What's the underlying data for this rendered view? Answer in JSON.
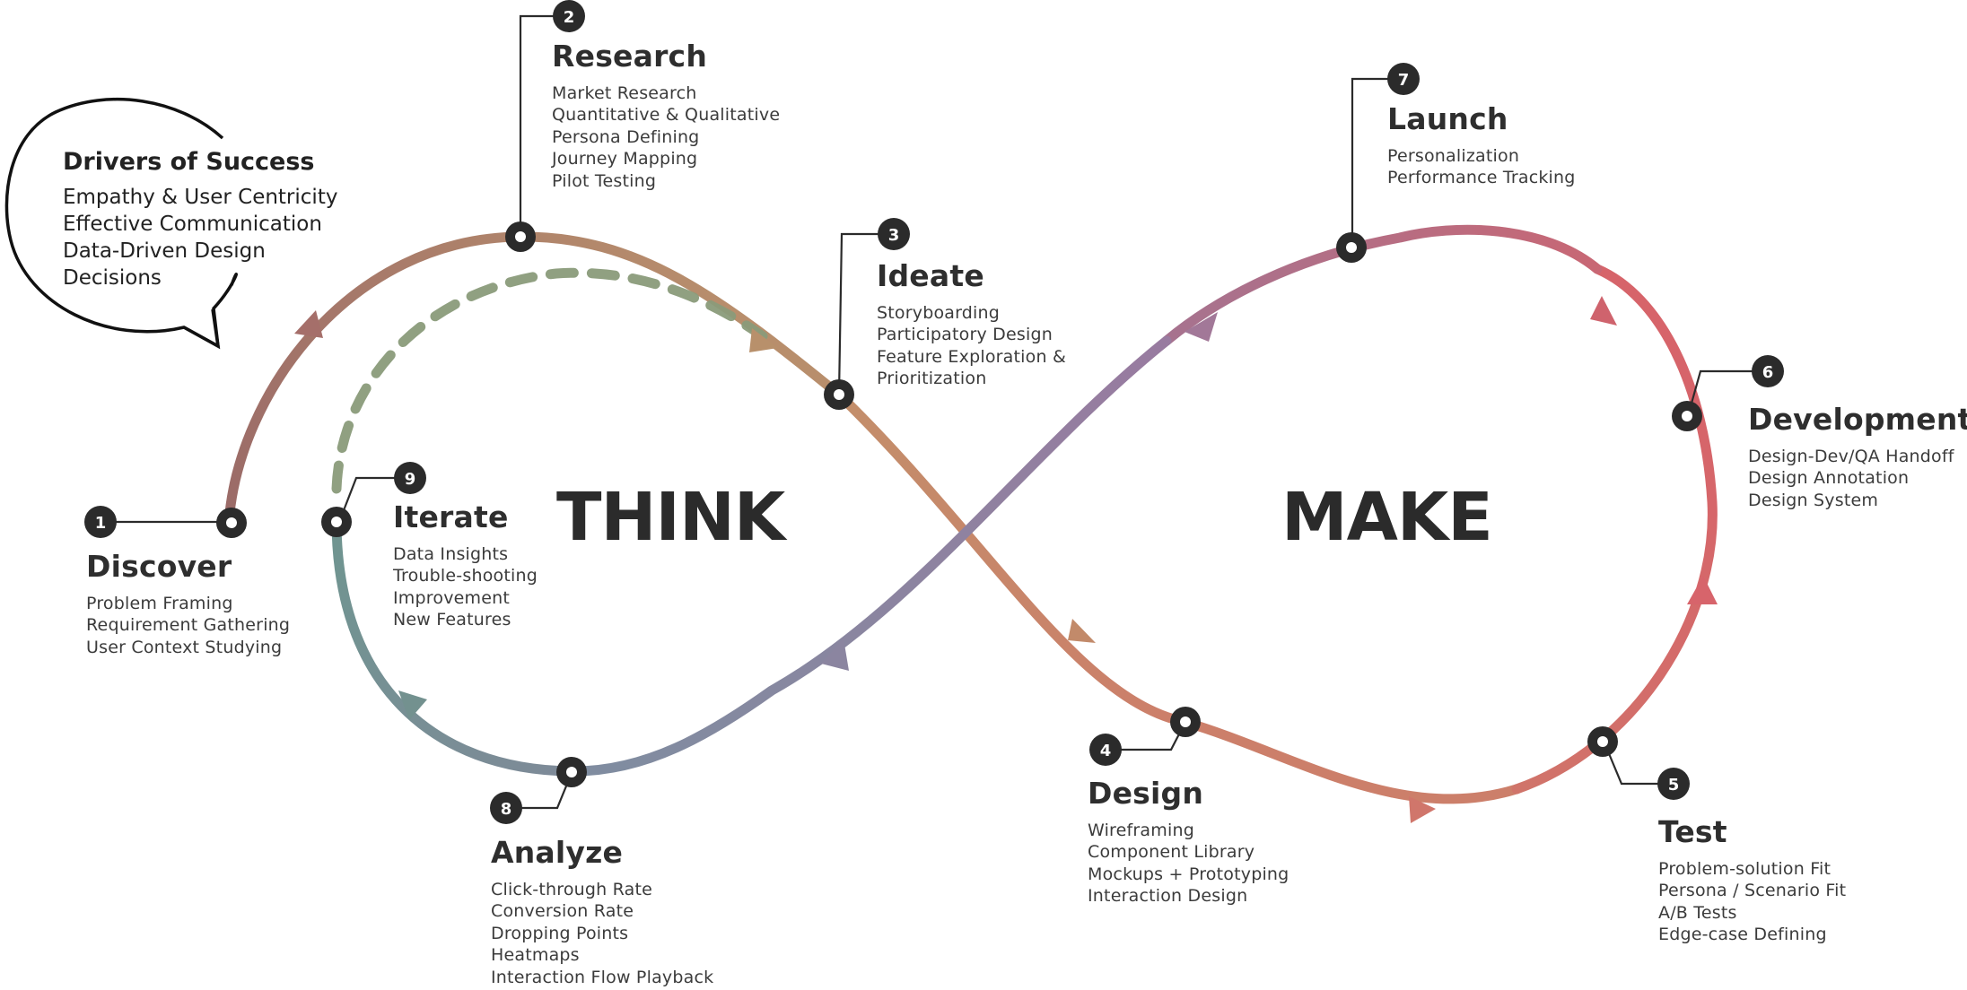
{
  "accent_colors": {
    "discover_research": "#a9706a",
    "research_ideate": "#b88e6c",
    "dashed_return": "#8a9b7a",
    "make_loop": "#d46a6a",
    "launch_path": "#9a7aa0",
    "analyze_iterate": "#6f9590",
    "node": "#2b2b2b"
  },
  "think_label": "THINK",
  "make_label": "MAKE",
  "drivers": {
    "title": "Drivers of Success",
    "items": [
      "Empathy & User Centricity",
      "Effective Communication",
      "Data-Driven Design",
      "Decisions"
    ]
  },
  "stages": [
    {
      "number": "1",
      "title": "Discover",
      "items": [
        "Problem Framing",
        "Requirement Gathering",
        "User Context Studying"
      ]
    },
    {
      "number": "2",
      "title": "Research",
      "items": [
        "Market Research",
        "Quantitative & Qualitative",
        "Persona Defining",
        "Journey Mapping",
        "Pilot Testing"
      ]
    },
    {
      "number": "3",
      "title": "Ideate",
      "items": [
        "Storyboarding",
        "Participatory Design",
        "Feature Exploration &",
        "Prioritization"
      ]
    },
    {
      "number": "4",
      "title": "Design",
      "items": [
        "Wireframing",
        "Component Library",
        "Mockups + Prototyping",
        "Interaction Design"
      ]
    },
    {
      "number": "5",
      "title": "Test",
      "items": [
        "Problem-solution Fit",
        "Persona / Scenario Fit",
        "A/B Tests",
        "Edge-case Defining"
      ]
    },
    {
      "number": "6",
      "title": "Development",
      "items": [
        "Design-Dev/QA Handoff",
        "Design Annotation",
        "Design System"
      ]
    },
    {
      "number": "7",
      "title": "Launch",
      "items": [
        "Personalization",
        "Performance Tracking"
      ]
    },
    {
      "number": "8",
      "title": "Analyze",
      "items": [
        "Click-through Rate",
        "Conversion Rate",
        "Dropping Points",
        "Heatmaps",
        "Interaction Flow Playback"
      ]
    },
    {
      "number": "9",
      "title": "Iterate",
      "items": [
        "Data Insights",
        "Trouble-shooting",
        "Improvement",
        "New Features"
      ]
    }
  ]
}
